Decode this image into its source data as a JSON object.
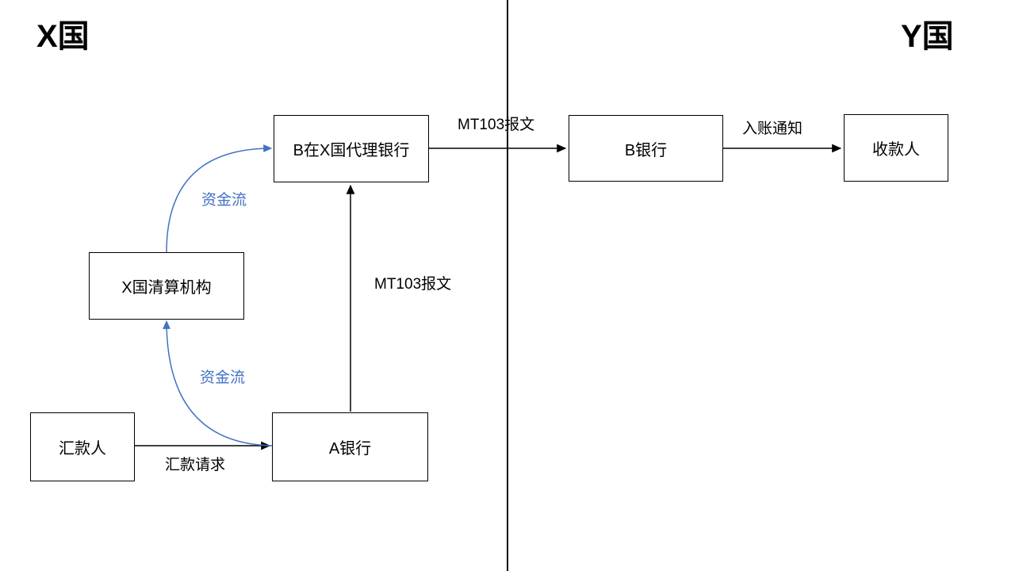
{
  "titles": {
    "left": "X国",
    "right": "Y国"
  },
  "nodes": {
    "remitter": {
      "label": "汇款人"
    },
    "bank_a": {
      "label": "A银行"
    },
    "clearing_house": {
      "label": "X国清算机构"
    },
    "correspondent_bank": {
      "label": "B在X国代理银行"
    },
    "bank_b": {
      "label": "B银行"
    },
    "payee": {
      "label": "收款人"
    }
  },
  "edges": {
    "remit_request": {
      "label": "汇款请求"
    },
    "mt103_up": {
      "label": "MT103报文"
    },
    "mt103_cross": {
      "label": "MT103报文"
    },
    "credit_notice": {
      "label": "入账通知"
    },
    "funds_flow_upper": {
      "label": "资金流"
    },
    "funds_flow_lower": {
      "label": "资金流"
    }
  },
  "colors": {
    "funds_flow": "#4472C4",
    "line": "#000000",
    "background": "#FFFFFF"
  }
}
